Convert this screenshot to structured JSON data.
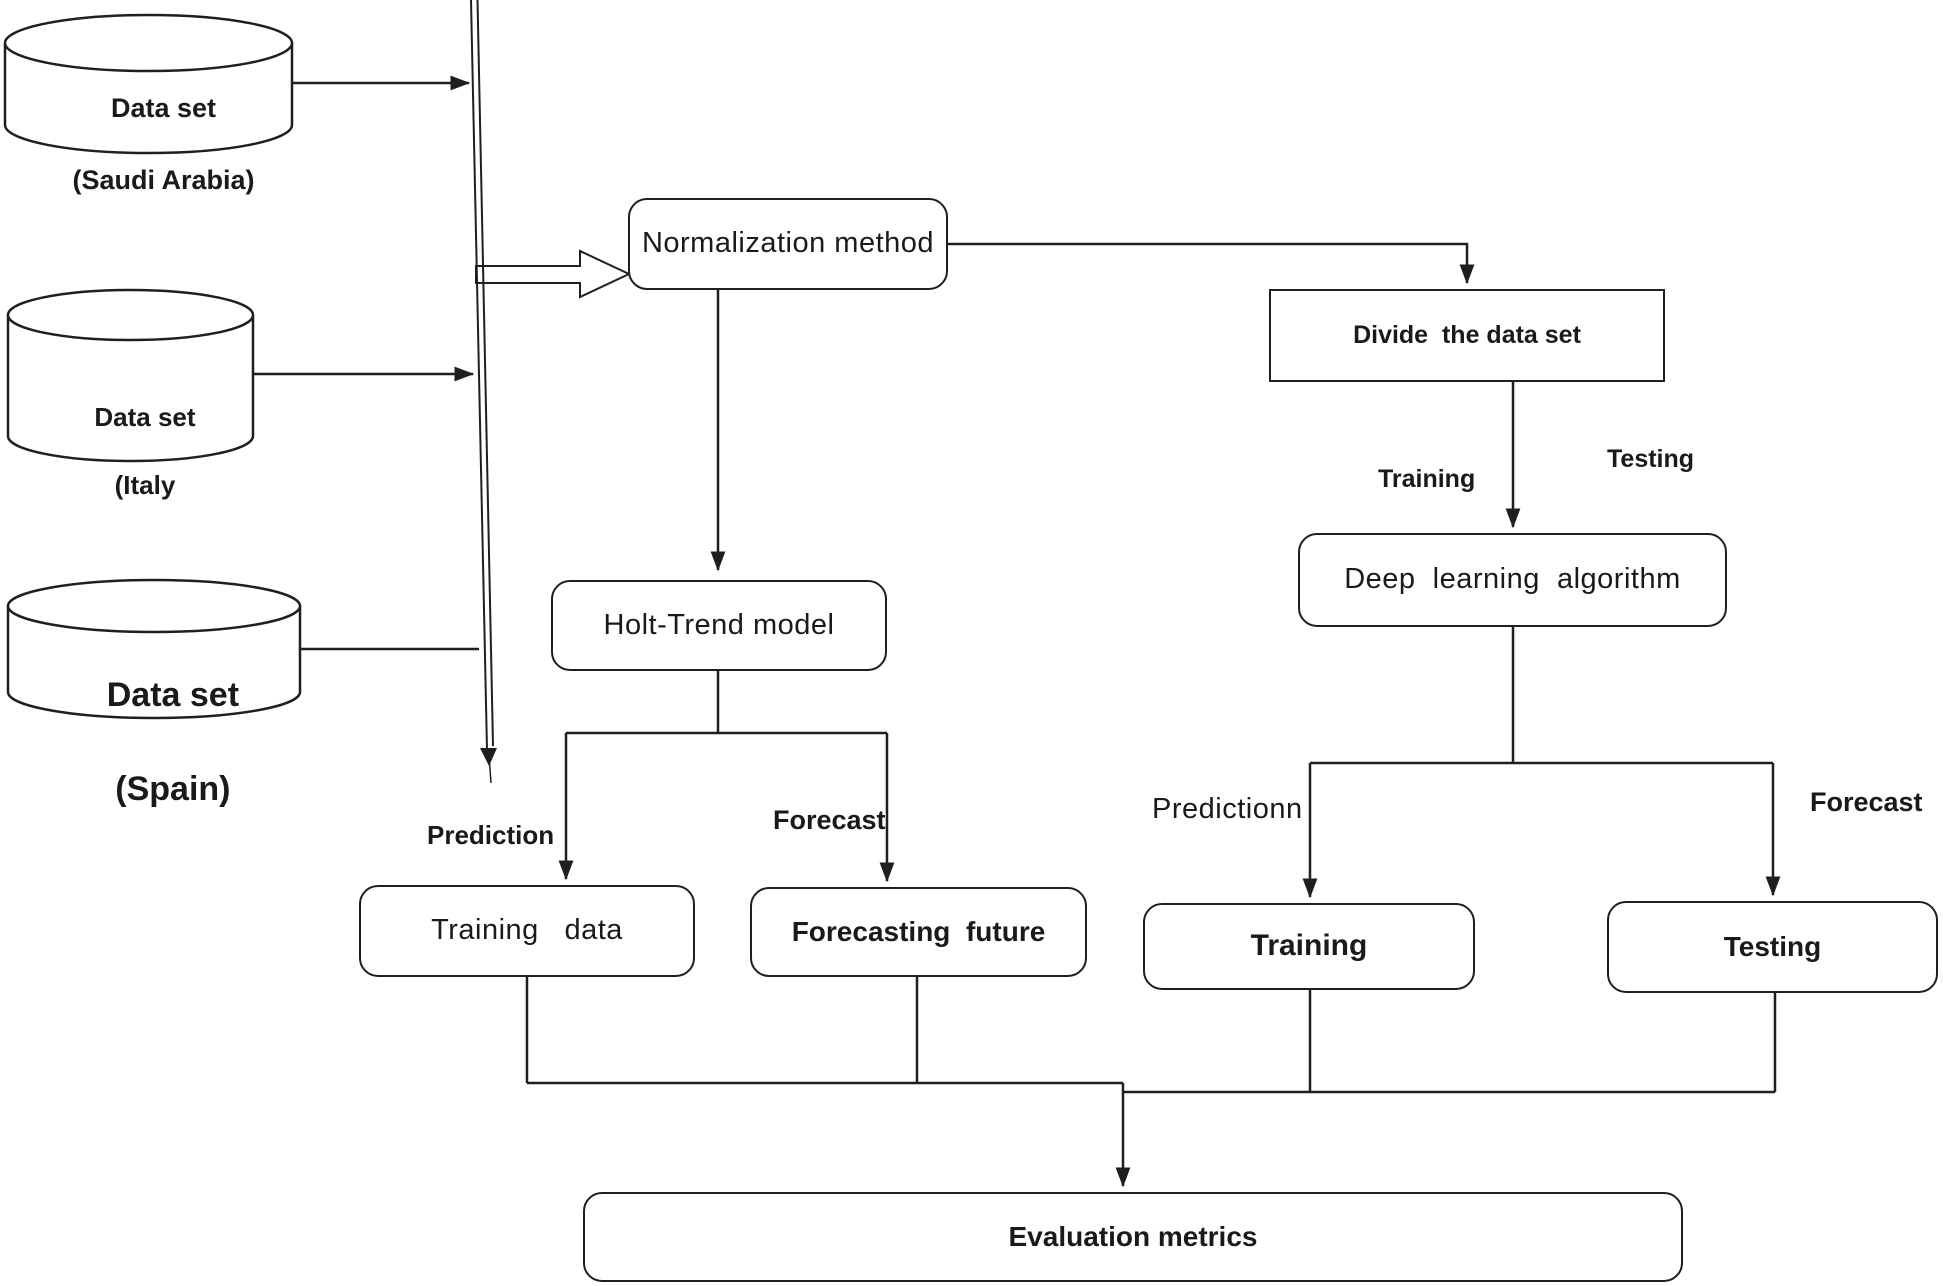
{
  "figure": {
    "kind": "flowchart",
    "background": "#ffffff",
    "line_color": "#1f1f1f",
    "text_color": "#1a1a1a"
  },
  "datasets": [
    {
      "id": "saudi",
      "line1": "Data set",
      "line2": "(Saudi Arabia)"
    },
    {
      "id": "italy",
      "line1": "Data set",
      "line2": "(Italy"
    },
    {
      "id": "spain",
      "line1": "Data set",
      "line2": "(Spain)"
    }
  ],
  "nodes": {
    "normalization": {
      "label": "Normalization method"
    },
    "divide": {
      "label": "Divide  the data set"
    },
    "deep_learning": {
      "label": "Deep  learning  algorithm"
    },
    "holt_trend": {
      "label": "Holt-Trend model"
    },
    "training_data": {
      "label": "Training   data"
    },
    "forecasting_future": {
      "label": "Forecasting  future"
    },
    "training": {
      "label": "Training"
    },
    "testing": {
      "label": "Testing"
    },
    "evaluation": {
      "label": "Evaluation metrics"
    }
  },
  "edge_labels": {
    "divide_training": "Training",
    "divide_testing": "Testing",
    "deep_prediction": "Predictionn",
    "deep_forecast": "Forecast",
    "holt_prediction": "Prediction",
    "holt_forecast": "Forecast"
  }
}
